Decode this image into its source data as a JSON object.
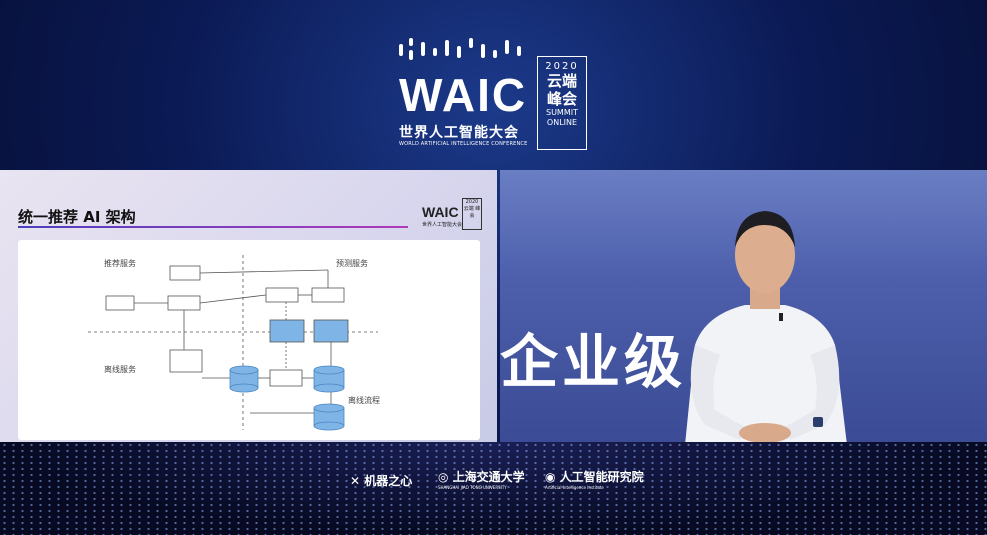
{
  "header": {
    "logo_word": "WAIC",
    "logo_cn": "世界人工智能大会",
    "logo_en": "WORLD ARTIFICIAL INTELLIGENCE CONFERENCE",
    "badge_year": "2020",
    "badge_cn_1": "云端",
    "badge_cn_2": "峰会",
    "badge_en_1": "SUMMIT",
    "badge_en_2": "ONLINE"
  },
  "slide": {
    "title": "统一推荐 AI 架构",
    "mini_logo_word": "WAIC",
    "mini_logo_cn": "世界人工智能大会",
    "mini_badge": "2020 云端 峰会",
    "diagram_labels": {
      "recommend_service": "推荐服务",
      "predict_service": "预测服务",
      "realtime_service": "离线服务",
      "offline_flow": "离线流程"
    }
  },
  "video": {
    "bg_text": "企业级 架构"
  },
  "footer": {
    "sponsor_1": "机器之心",
    "sponsor_2": "上海交通大学",
    "sponsor_2_sub": "SHANGHAI JIAO TONG UNIVERSITY",
    "sponsor_3": "人工智能研究院",
    "sponsor_3_sub": "Artificial Intelligence Institute"
  },
  "colors": {
    "bg_dark": "#050b2a",
    "bg_blue": "#1c3a8a",
    "slide_bg": "#e3def0",
    "accent_purple": "#4b3fbf",
    "accent_magenta": "#b03ab8",
    "diagram_blue": "#7fb5e6"
  }
}
